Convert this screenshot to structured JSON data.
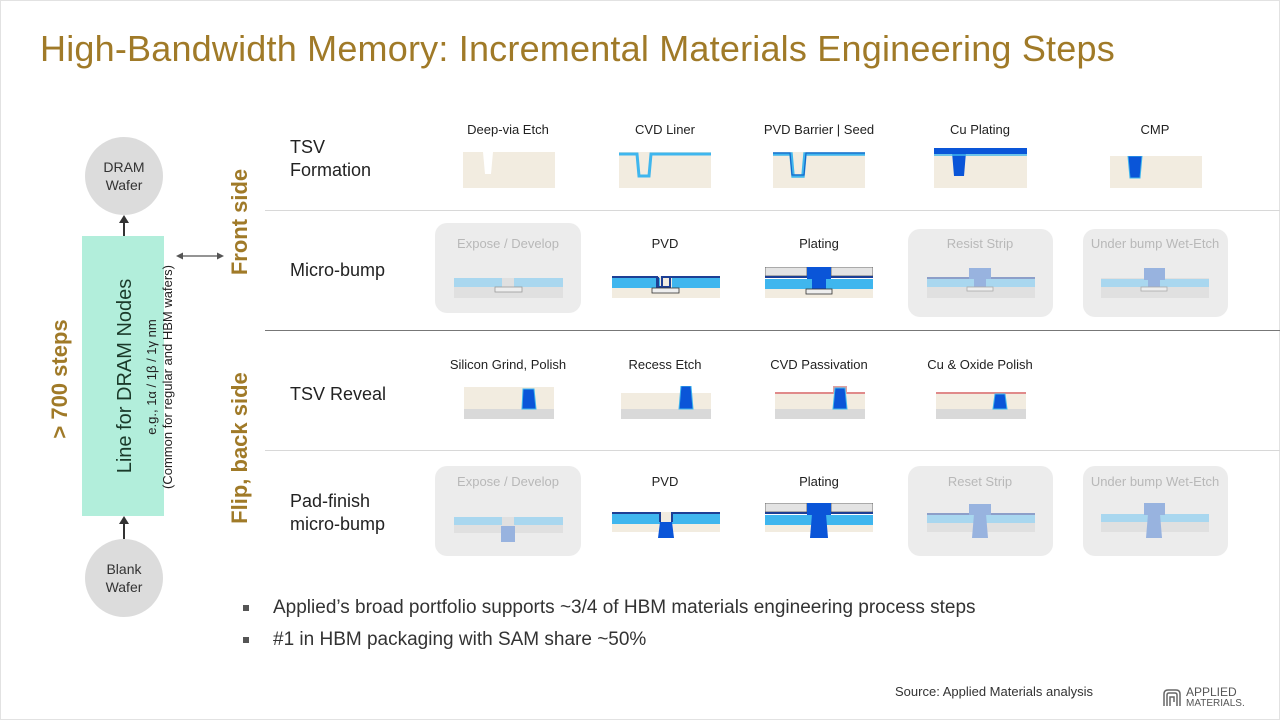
{
  "title": "High-Bandwidth Memory: Incremental Materials Engineering Steps",
  "left_flow": {
    "top_circle": [
      "DRAM",
      "Wafer"
    ],
    "bottom_circle": [
      "Blank",
      "Wafer"
    ],
    "steps_label": "> 700 steps",
    "line_box": {
      "title": "Line for DRAM Nodes",
      "sub1": "e.g., 1α / 1β / 1γ nm",
      "sub2": "(Common for regular and HBM wafers)"
    },
    "arrow": "bidirectional-arrow"
  },
  "sides": {
    "front": "Front side",
    "back": "Flip, back side"
  },
  "rows": [
    {
      "label_lines": [
        "TSV",
        "Formation"
      ],
      "steps": [
        {
          "label": "Deep-via  Etch",
          "faded": false
        },
        {
          "label": "CVD Liner",
          "faded": false
        },
        {
          "label": "PVD Barrier  | Seed",
          "faded": false
        },
        {
          "label": "Cu Plating",
          "faded": false
        },
        {
          "label": "CMP",
          "faded": false
        }
      ]
    },
    {
      "label_lines": [
        "Micro-bump"
      ],
      "steps": [
        {
          "label": "Expose / Develop",
          "faded": true
        },
        {
          "label": "PVD",
          "faded": false
        },
        {
          "label": "Plating",
          "faded": false
        },
        {
          "label": "Resist Strip",
          "faded": true
        },
        {
          "label": "Under bump Wet-Etch",
          "faded": true
        }
      ]
    },
    {
      "label_lines": [
        "TSV Reveal"
      ],
      "steps": [
        {
          "label": "Silicon Grind, Polish",
          "faded": false
        },
        {
          "label": "Recess Etch",
          "faded": false
        },
        {
          "label": "CVD Passivation",
          "faded": false
        },
        {
          "label": "Cu & Oxide Polish",
          "faded": false
        }
      ]
    },
    {
      "label_lines": [
        "Pad-finish",
        "micro-bump"
      ],
      "steps": [
        {
          "label": "Expose / Develop",
          "faded": true
        },
        {
          "label": "PVD",
          "faded": false
        },
        {
          "label": "Plating",
          "faded": false
        },
        {
          "label": "Reset Strip",
          "faded": true
        },
        {
          "label": "Under bump Wet-Etch",
          "faded": true
        }
      ]
    }
  ],
  "bullets": [
    "Applied’s broad portfolio supports ~3/4 of HBM materials engineering process steps",
    "#1 in HBM packaging with SAM share ~50%"
  ],
  "source": "Source: Applied Materials analysis",
  "logo": {
    "line1": "APPLIED",
    "line2": "MATERIALS."
  },
  "colors": {
    "title": "#a07a28",
    "line_box": "#b2eedb",
    "substrate": "#f2ece0",
    "cu": "#0a55d8",
    "liner": "#3fb6ee",
    "faded_bg": "#ececec"
  }
}
